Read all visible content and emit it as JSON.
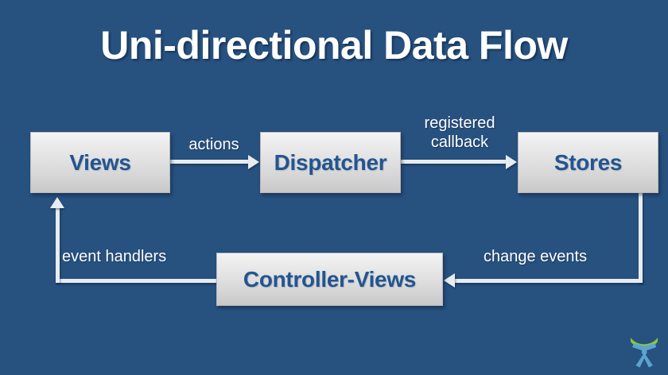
{
  "slide": {
    "title": "Uni-directional Data Flow",
    "background_color": "#27517f",
    "node_fill_top": "#f4f4f4",
    "node_fill_bottom": "#c8c8c8",
    "node_text_color": "#23558f",
    "connector_color": "#e9ecef",
    "label_text_color": "#ffffff"
  },
  "nodes": [
    {
      "id": "views",
      "label": "Views"
    },
    {
      "id": "dispatcher",
      "label": "Dispatcher"
    },
    {
      "id": "stores",
      "label": "Stores"
    },
    {
      "id": "controller",
      "label": "Controller-Views"
    }
  ],
  "edges": [
    {
      "id": "actions",
      "label": "actions",
      "from": "views",
      "to": "dispatcher",
      "direction": "right"
    },
    {
      "id": "callback",
      "label": "registered\ncallback",
      "from": "dispatcher",
      "to": "stores",
      "direction": "right"
    },
    {
      "id": "change-events",
      "label": "change events",
      "from": "stores",
      "to": "controller",
      "direction": "left"
    },
    {
      "id": "event-handlers",
      "label": "event handlers",
      "from": "controller",
      "to": "views",
      "direction": "up"
    }
  ],
  "logo": {
    "name": "person-arc-logo",
    "figure_color": "#5ba3cf",
    "arc_color": "#8cc63f"
  }
}
